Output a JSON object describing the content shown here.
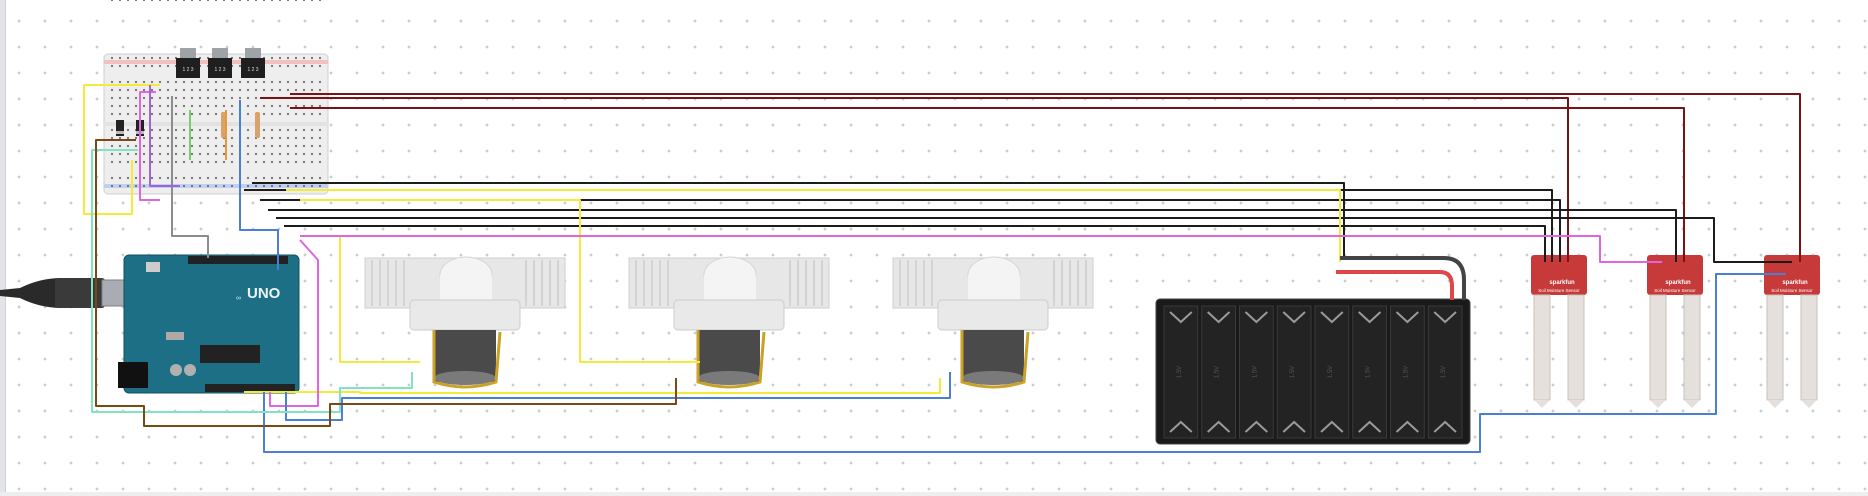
{
  "arduino": {
    "brand_text": "UNO",
    "logo_icon": "arduino-infinity-icon"
  },
  "regulators": [
    "1 2 3",
    "1 2 3",
    "1 2 3"
  ],
  "sensors": [
    {
      "brand": "sparkfun",
      "label": "Soil Moisture Sensor"
    },
    {
      "brand": "sparkfun",
      "label": "Soil Moisture Sensor"
    },
    {
      "brand": "sparkfun",
      "label": "Soil Moisture Sensor"
    }
  ],
  "battery_pack": {
    "cell_count": 8,
    "cell_label": "1.5V"
  },
  "wire_colors": {
    "black": "#1c1c1c",
    "dark_red": "#7a1414",
    "yellow": "#f5ea3a",
    "blue": "#4a7fd4",
    "pink": "#e066e0",
    "mint": "#7fe3c4",
    "brown": "#7a4a16",
    "red": "#e04646",
    "gray": "#8c8c8c",
    "purple": "#a064d6"
  }
}
